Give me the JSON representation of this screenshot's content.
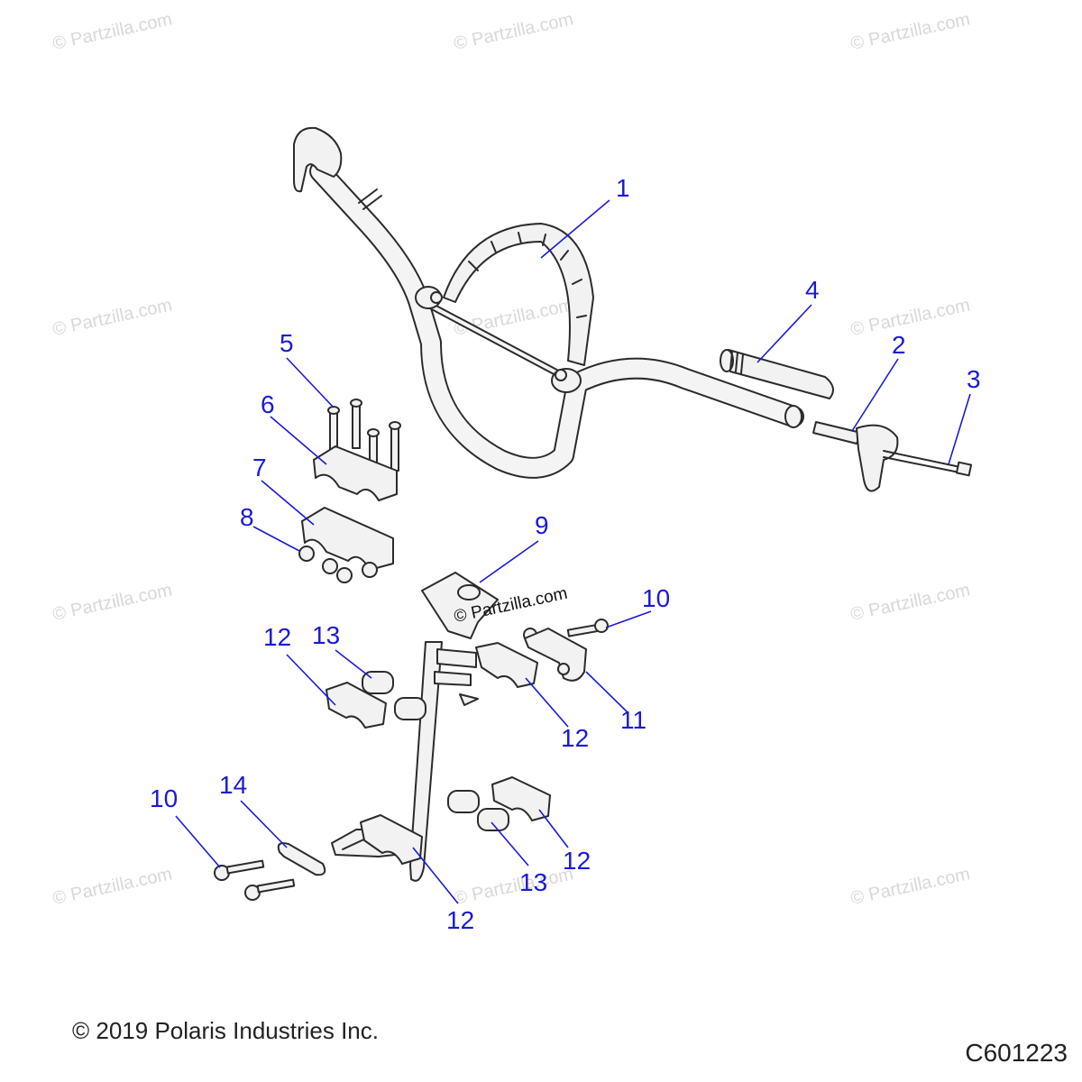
{
  "watermark": {
    "text": "© Partzilla.com"
  },
  "callouts": {
    "c1": "1",
    "c2": "2",
    "c3": "3",
    "c4": "4",
    "c5": "5",
    "c6": "6",
    "c7": "7",
    "c8": "8",
    "c9": "9",
    "c10a": "10",
    "c10b": "10",
    "c11": "11",
    "c12a": "12",
    "c12b": "12",
    "c12c": "12",
    "c12d": "12",
    "c13a": "13",
    "c13b": "13",
    "c14": "14"
  },
  "footer": {
    "copyright": "© 2019 Polaris Industries Inc.",
    "figure_id": "C601223"
  },
  "colors": {
    "callout": "#1a1ad6",
    "line": "#2b2b2b",
    "fill": "#f2f2f2"
  }
}
